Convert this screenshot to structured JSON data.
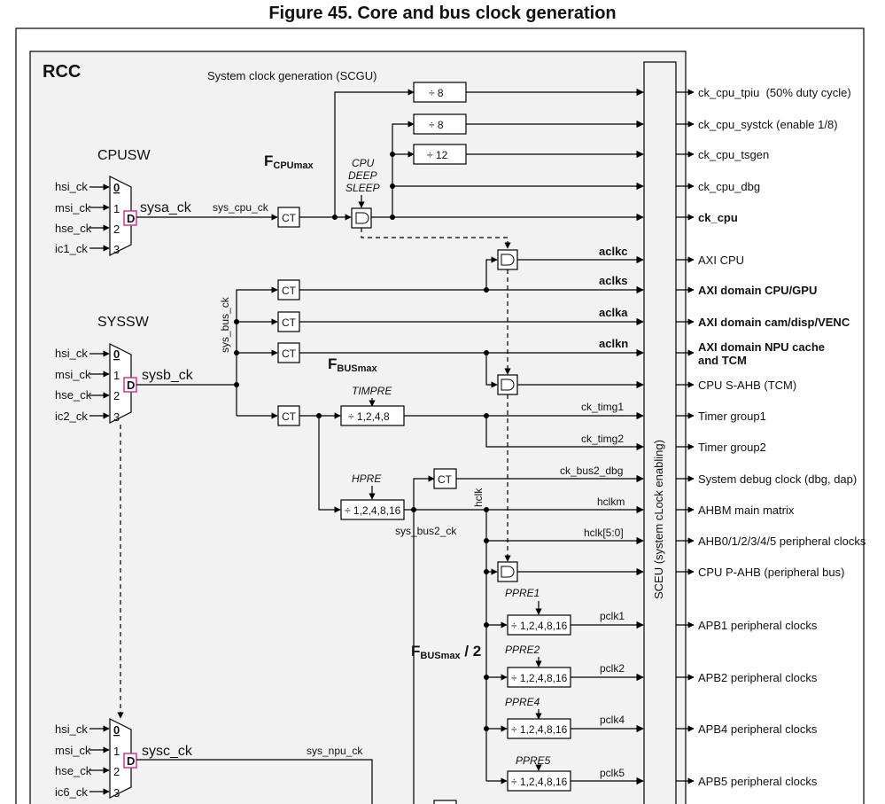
{
  "title": "Figure 45. Core and bus clock generation",
  "rcc": "RCC",
  "scgu": "System clock generation (SCGU)",
  "sceu": "SCEU (system cLock enabling)",
  "ct": "CT",
  "d": "D",
  "cpusw": {
    "name": "CPUSW",
    "inputs": [
      "hsi_ck",
      "msi_ck",
      "hse_ck",
      "ic1_ck"
    ],
    "indices": [
      "0",
      "1",
      "2",
      "3"
    ],
    "output": "sysa_ck"
  },
  "syssw": {
    "name": "SYSSW",
    "inputs": [
      "hsi_ck",
      "msi_ck",
      "hse_ck",
      "ic2_ck"
    ],
    "indices": [
      "0",
      "1",
      "2",
      "3"
    ],
    "output": "sysb_ck"
  },
  "mux3": {
    "inputs": [
      "hsi_ck",
      "msi_ck",
      "hse_ck",
      "ic6_ck"
    ],
    "indices": [
      "0",
      "1",
      "2",
      "3"
    ],
    "output": "sysc_ck"
  },
  "wires": {
    "sys_cpu_ck": "sys_cpu_ck",
    "sys_bus_ck": "sys_bus_ck",
    "sys_bus2_ck": "sys_bus2_ck",
    "sys_npu_ck": "sys_npu_ck",
    "hclk": "hclk"
  },
  "dividers": {
    "div8a": "÷ 8",
    "div8b": "÷ 8",
    "div12": "÷ 12",
    "timpre": "÷ 1,2,4,8",
    "hpre": "÷ 1,2,4,8,16",
    "ppre": "÷ 1,2,4,8,16"
  },
  "labels": {
    "fcpumax_main": "F",
    "fcpumax_sub": "CPUmax",
    "fbusmax_main": "F",
    "fbusmax_sub": "BUSmax",
    "fbusmax2_main": "F",
    "fbusmax2_sub": "BUSmax",
    "fbusmax2_tail": " / 2",
    "cpu": "CPU",
    "deep": "DEEP",
    "sleep": "SLEEP",
    "timpre": "TIMPRE",
    "hpre": "HPRE",
    "ppre1": "PPRE1",
    "ppre2": "PPRE2",
    "ppre4": "PPRE4",
    "ppre5": "PPRE5"
  },
  "internal_signals": {
    "aclkc": "aclkc",
    "aclks": "aclks",
    "aclka": "aclka",
    "aclkn": "aclkn",
    "ck_timg1": "ck_timg1",
    "ck_timg2": "ck_timg2",
    "ck_bus2_dbg": "ck_bus2_dbg",
    "hclkm": "hclkm",
    "hclk50": "hclk[5:0]",
    "pclk1": "pclk1",
    "pclk2": "pclk2",
    "pclk4": "pclk4",
    "pclk5": "pclk5"
  },
  "outputs": [
    "ck_cpu_tpiu  (50% duty cycle)",
    "ck_cpu_systck (enable 1/8)",
    "ck_cpu_tsgen",
    "ck_cpu_dbg",
    "ck_cpu",
    "AXI CPU",
    "AXI domain CPU/GPU",
    "AXI domain cam/disp/VENC",
    "AXI domain NPU cache",
    "and TCM",
    "CPU S-AHB (TCM)",
    "Timer group1",
    "Timer group2",
    "System debug clock (dbg, dap)",
    "AHBM main matrix",
    "AHB0/1/2/3/4/5 peripheral clocks",
    "CPU P-AHB (peripheral bus)",
    "APB1 peripheral clocks",
    "APB2 peripheral clocks",
    "APB4 peripheral clocks",
    "APB5 peripheral clocks"
  ],
  "colors": {
    "d_box": "#d6338f",
    "panel": "#f2f2f2",
    "line": "#000000"
  }
}
